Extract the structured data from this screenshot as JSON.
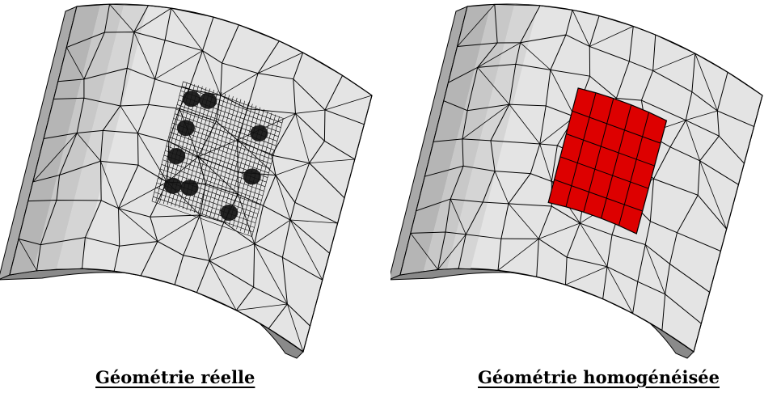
{
  "panels": [
    {
      "id": "left",
      "caption": "Géométrie réelle",
      "insert_style": "dense-mesh",
      "insert_color": "#111111"
    },
    {
      "id": "right",
      "caption": "Géométrie homogénéisée",
      "insert_style": "coarse-mesh",
      "insert_color": "#dd0000"
    }
  ],
  "colors": {
    "shell_face": "#e4e4e4",
    "shell_side": "#a9a9a9",
    "shell_edge": "#6f6f6f",
    "mesh_line": "#000000"
  }
}
